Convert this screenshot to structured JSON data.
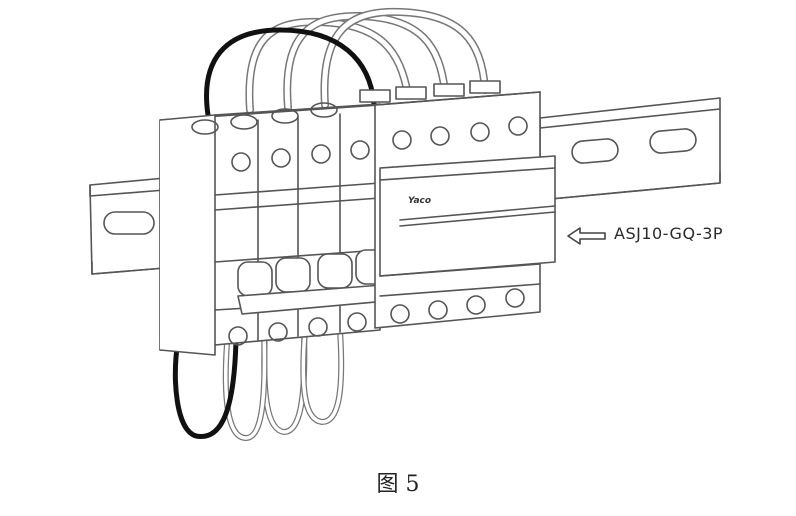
{
  "callout": {
    "model_label": "ASJ10-GQ-3P"
  },
  "caption": {
    "figure_label": "图 5"
  },
  "device": {
    "brand_mark": "Yaco"
  }
}
